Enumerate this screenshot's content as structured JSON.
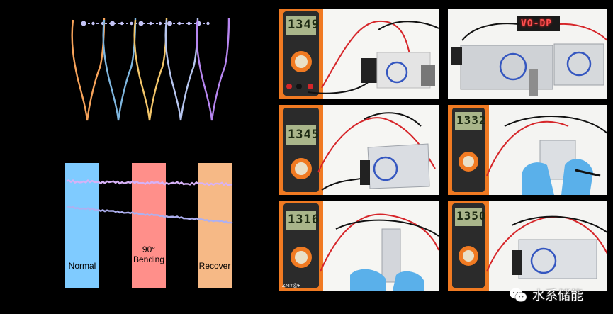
{
  "figure": {
    "stability_chart": {
      "bars": [
        {
          "label": "Normal",
          "color": "#7fcbff"
        },
        {
          "label": "90°\nBending",
          "color": "#ff8f8a"
        },
        {
          "label": "Recover",
          "color": "#f6b986"
        }
      ],
      "curves": [
        "#c9a6f0",
        "#a8a8e8"
      ]
    },
    "photos": [
      {
        "lcd": "1349",
        "scene": "flat"
      },
      {
        "led_text": "VO-DP",
        "scene": "led"
      },
      {
        "lcd": "1345",
        "scene": "fold"
      },
      {
        "lcd": "1332",
        "scene": "hands"
      },
      {
        "lcd": "1316",
        "scene": "roll",
        "stamp": "ZMY@F"
      },
      {
        "lcd": "1350",
        "scene": "recover"
      }
    ],
    "watermark": {
      "text": "水系储能",
      "icon": "wechat-icon"
    }
  },
  "colors": {
    "multimeter_orange": "#f07a22",
    "multimeter_body": "#2a2a2a",
    "lcd": "#a9b58a",
    "wire_red": "#d6262a"
  }
}
